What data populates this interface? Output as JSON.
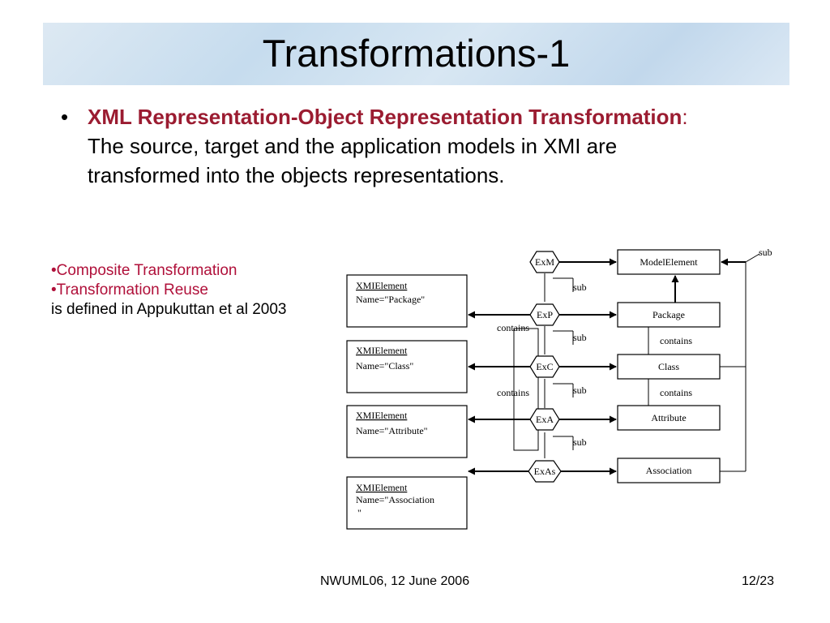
{
  "slide": {
    "title": "Transformations-1",
    "bullet": {
      "marker": "•",
      "bold": "XML Representation-Object Representation Transformation",
      "colon": ":",
      "rest": " The source, target and the application models in XMI are transformed into the objects representations."
    },
    "side": {
      "item1": "•Composite Transformation",
      "item2": "•Transformation  Reuse",
      "note": "is defined in Appukuttan et al 2003"
    },
    "footer": {
      "center": "NWUML06, 12 June 2006",
      "page": "12/23"
    }
  },
  "diagram": {
    "xmi": [
      {
        "label": "XMIElement",
        "name": "Name=\"Package\""
      },
      {
        "label": "XMIElement",
        "name": "Name=\"Class\""
      },
      {
        "label": "XMIElement",
        "name": "Name=\"Attribute\""
      },
      {
        "label": "XMIElement",
        "name": "Name=\"Association",
        "name2": "\""
      }
    ],
    "hex": [
      "ExM",
      "ExP",
      "ExC",
      "ExA",
      "ExAs"
    ],
    "model": [
      "ModelElement",
      "Package",
      "Class",
      "Attribute",
      "Association"
    ],
    "relations": {
      "sub": "sub",
      "contains": "contains"
    }
  },
  "colors": {
    "title_bg": "#c9ddef",
    "bold_red": "#9b1c31",
    "side_red": "#b0103a"
  }
}
